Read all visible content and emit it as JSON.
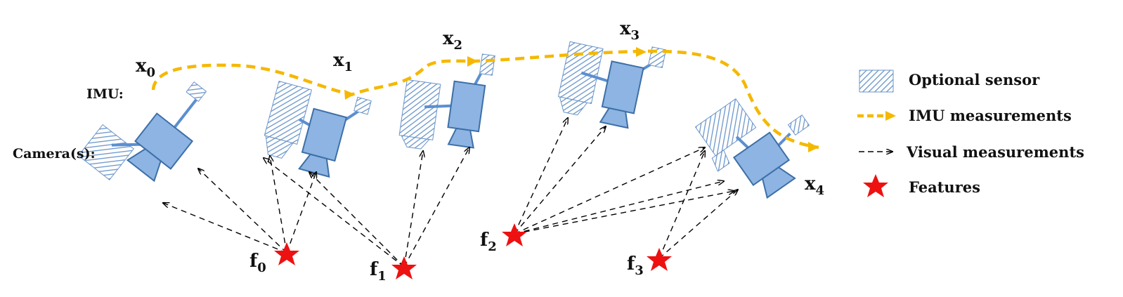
{
  "colors": {
    "imu_path": "#f5b800",
    "camera_fill": "#8db4e2",
    "camera_stroke": "#3d6fa8",
    "optional_hatch": "#6a95c9",
    "feature": "#ee1111",
    "visual_line": "#000000"
  },
  "labels": {
    "imu": "IMU:",
    "cameras": "Camera(s):"
  },
  "poses": [
    {
      "base": "x",
      "sub": "0"
    },
    {
      "base": "x",
      "sub": "1"
    },
    {
      "base": "x",
      "sub": "2"
    },
    {
      "base": "x",
      "sub": "3"
    },
    {
      "base": "x",
      "sub": "4"
    }
  ],
  "features": [
    {
      "base": "f",
      "sub": "0"
    },
    {
      "base": "f",
      "sub": "1"
    },
    {
      "base": "f",
      "sub": "2"
    },
    {
      "base": "f",
      "sub": "3"
    }
  ],
  "legend": [
    {
      "key": "optional",
      "label": "Optional sensor",
      "icon": "hatched-sensor-icon"
    },
    {
      "key": "imu",
      "label": "IMU measurements",
      "icon": "dashed-arrow-orange-icon"
    },
    {
      "key": "visual",
      "label": "Visual measurements",
      "icon": "dashed-arrow-black-icon"
    },
    {
      "key": "features",
      "label": "Features",
      "icon": "red-star-icon"
    }
  ]
}
